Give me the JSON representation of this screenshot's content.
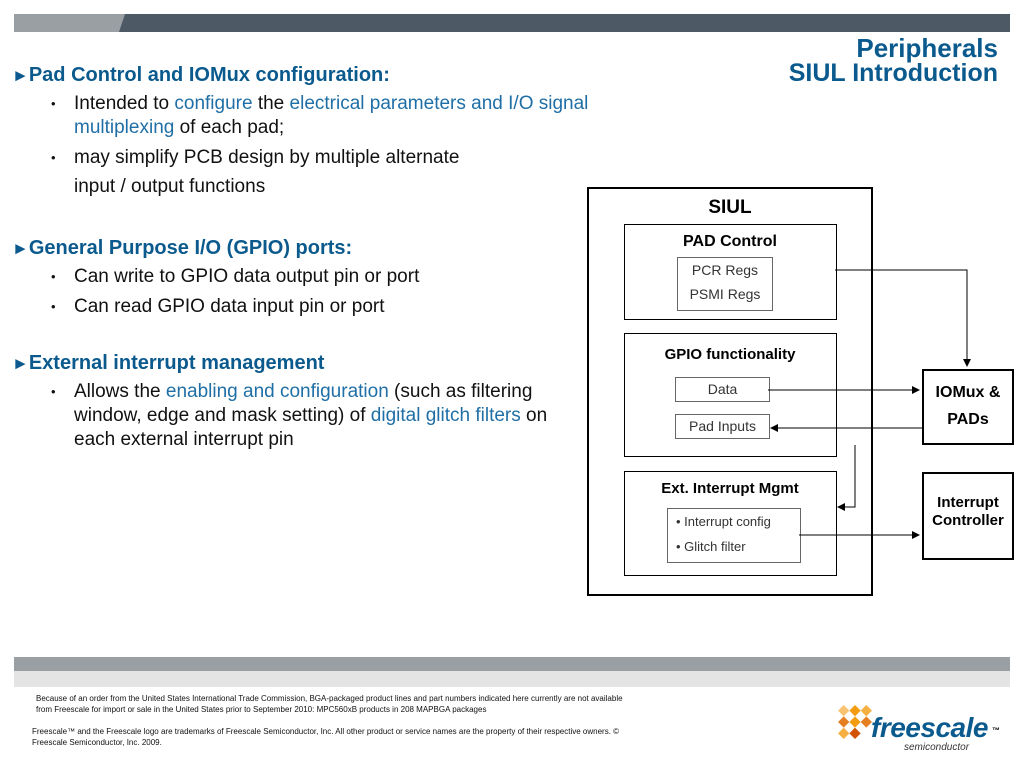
{
  "title": {
    "line1": "Peripherals",
    "line2": "SIUL Introduction"
  },
  "sections": [
    {
      "heading": "Pad Control and IOMux configuration:",
      "bullets": [
        {
          "p1": "Intended to ",
          "h1": "configure",
          "p2": " the ",
          "h2": "electrical parameters and I/O signal multiplexing",
          "p3": " of each pad;"
        },
        {
          "text": "may simplify PCB design by multiple alternate",
          "cont": "input / output functions"
        }
      ]
    },
    {
      "heading": "General Purpose I/O (GPIO) ports:",
      "bullets": [
        {
          "text": "Can write to GPIO data output pin or port"
        },
        {
          "text": "Can read GPIO data input pin or port"
        }
      ]
    },
    {
      "heading": "External interrupt management",
      "bullets": [
        {
          "p1": "Allows the ",
          "h1": "enabling and configuration",
          "p2": " (such as filtering window, edge and mask setting) of ",
          "h2": "digital glitch filters",
          "p3": " on each external interrupt pin"
        }
      ]
    }
  ],
  "bullet_symbol": "•",
  "arrow_symbol": "►",
  "diagram": {
    "outer_label": "SIUL",
    "pad_control": {
      "label": "PAD Control",
      "regs": [
        "PCR Regs",
        "PSMI Regs"
      ]
    },
    "gpio": {
      "label": "GPIO functionality",
      "items": [
        "Data",
        "Pad Inputs"
      ]
    },
    "ext_int": {
      "label": "Ext. Interrupt Mgmt",
      "items": [
        "• Interrupt config",
        "• Glitch filter"
      ]
    },
    "iomux": {
      "line1": "IOMux &",
      "line2": "PADs"
    },
    "irq": {
      "line1": "Interrupt",
      "line2": "Controller"
    }
  },
  "footer": {
    "notice": "Because of an order from the United States International Trade Commission, BGA-packaged product lines and part numbers indicated here currently are not available from Freescale for import or sale in the United States prior to September 2010: MPC560xB products in 208 MAPBGA packages",
    "trademark": "Freescale™ and the Freescale logo are trademarks of Freescale Semiconductor, Inc. All other product or service names are the property of their respective owners. © Freescale Semiconductor, Inc. 2009."
  },
  "logo": {
    "name": "freescale",
    "tm": "™",
    "sub": "semiconductor"
  },
  "colors": {
    "heading": "#0b5a8e",
    "highlight": "#1f6fa6",
    "bar_dark": "#4d5964",
    "bar_light": "#9a9fa4",
    "logo_orange": "#f39c12"
  }
}
